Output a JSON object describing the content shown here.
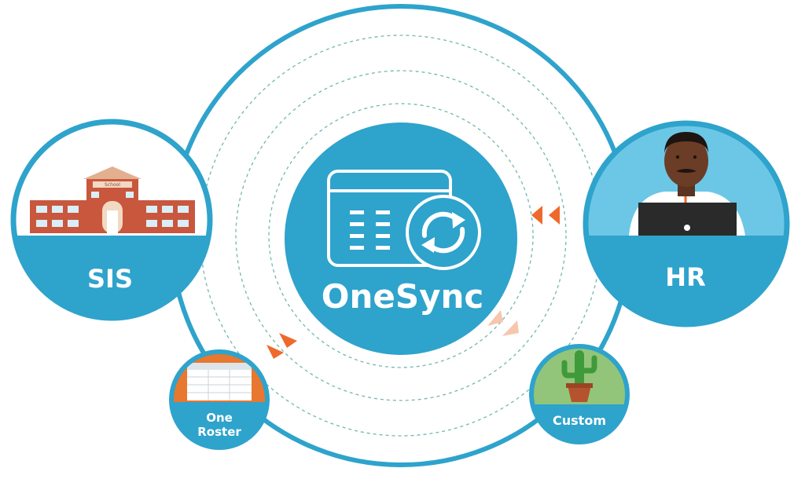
{
  "hub": {
    "label": "OneSync"
  },
  "nodes": {
    "sis": {
      "label": "SIS",
      "building_sign": "School"
    },
    "hr": {
      "label": "HR"
    },
    "oneroster": {
      "label_line1": "One",
      "label_line2": "Roster"
    },
    "custom": {
      "label": "Custom"
    }
  },
  "colors": {
    "primary_blue": "#2ea3cc",
    "light_blue": "#6cc7e6",
    "arrow_orange": "#ee6a2c",
    "arrow_peach": "#f6c6ad",
    "dash_teal": "#73b7b0",
    "brick": "#c9573d",
    "oneroster_orange": "#e8772f",
    "custom_green": "#92c57a"
  }
}
